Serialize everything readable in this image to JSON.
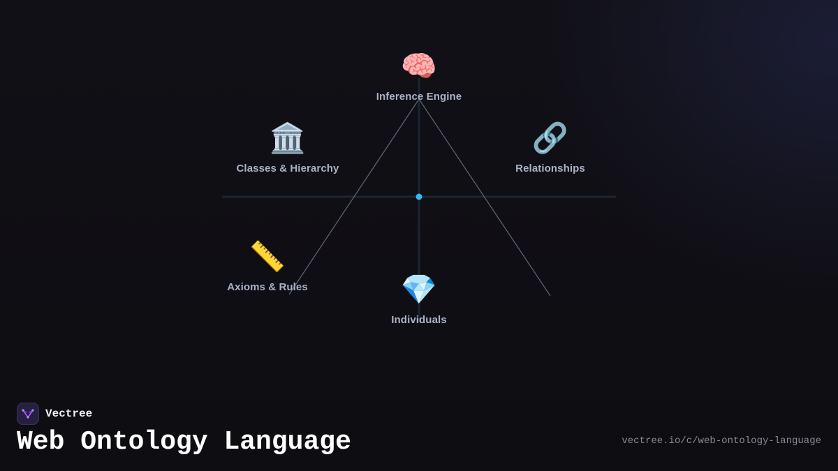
{
  "brand": {
    "name": "Vectree"
  },
  "page": {
    "title": "Web Ontology Language",
    "url": "vectree.io/c/web-ontology-language"
  },
  "colors": {
    "axis": "#1c2535",
    "connector": "#5a6478",
    "center_dot": "#3ab4f2",
    "label": "#a9b2c6",
    "logo_bg": "#26203f",
    "logo_mark": "#a855f7"
  },
  "diagram": {
    "nodes": [
      {
        "id": "inference-engine",
        "label": "Inference Engine",
        "icon": "brain-icon",
        "glyph": "🧠"
      },
      {
        "id": "classes-hierarchy",
        "label": "Classes & Hierarchy",
        "icon": "classical-building-icon",
        "glyph": "🏛️"
      },
      {
        "id": "relationships",
        "label": "Relationships",
        "icon": "link-icon",
        "glyph": "🔗"
      },
      {
        "id": "axioms-rules",
        "label": "Axioms & Rules",
        "icon": "ruler-icon",
        "glyph": "📏"
      },
      {
        "id": "individuals",
        "label": "Individuals",
        "icon": "gem-icon",
        "glyph": "💎"
      }
    ]
  }
}
